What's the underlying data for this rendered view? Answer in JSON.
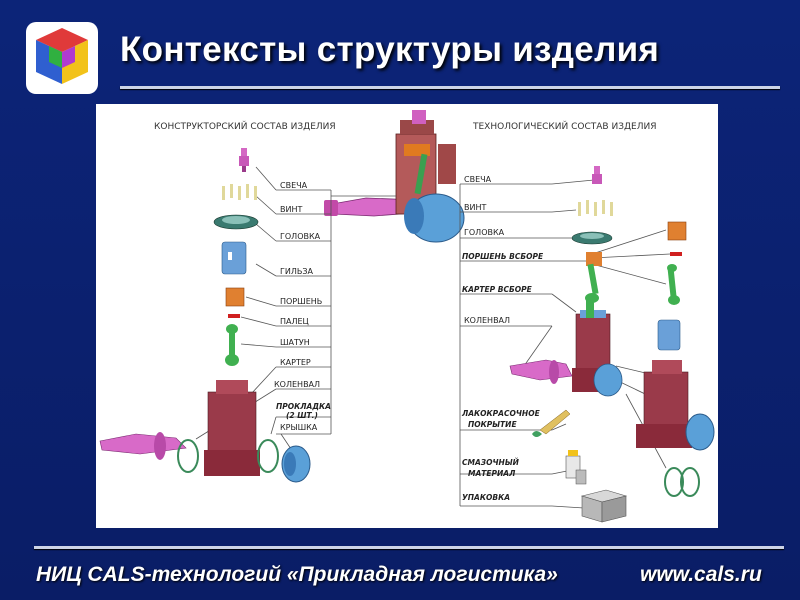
{
  "slide": {
    "title": "Контексты структуры изделия",
    "footer_left": "НИЦ CALS-технологий «Прикладная логистика»",
    "footer_right": "www.cals.ru",
    "accent_colors": {
      "background": "#0a1f6e",
      "rule": "#cdd4e6"
    }
  },
  "diagram": {
    "left_title": "КОНСТРУКТОРСКИЙ СОСТАВ ИЗДЕЛИЯ",
    "right_title": "ТЕХНОЛОГИЧЕСКИЙ СОСТАВ ИЗДЕЛИЯ",
    "left_items": [
      {
        "label": "СВЕЧА",
        "icon": "spark-plug-icon"
      },
      {
        "label": "ВИНТ",
        "icon": "screws-icon"
      },
      {
        "label": "ГОЛОВКА",
        "icon": "cylinder-head-icon"
      },
      {
        "label": "ГИЛЬЗА",
        "icon": "sleeve-icon"
      },
      {
        "label": "ПОРШЕНЬ",
        "icon": "piston-icon"
      },
      {
        "label": "ПАЛЕЦ",
        "icon": "pin-icon"
      },
      {
        "label": "ШАТУН",
        "icon": "connecting-rod-icon"
      },
      {
        "label": "КАРТЕР",
        "icon": "crankcase-icon"
      },
      {
        "label": "КОЛЕНВАЛ",
        "icon": "crankshaft-icon"
      },
      {
        "label": "ПРОКЛАДКА",
        "icon": "gasket-icon"
      },
      {
        "label": "(2 ШТ.)"
      },
      {
        "label": "КРЫШКА",
        "icon": "cover-icon"
      }
    ],
    "right_items": [
      {
        "label": "СВЕЧА",
        "style": "normal"
      },
      {
        "label": "ВИНТ",
        "style": "normal"
      },
      {
        "label": "ГОЛОВКА",
        "style": "normal"
      },
      {
        "label": "ПОРШЕНЬ ВСБОРЕ",
        "style": "italic"
      },
      {
        "label": "КАРТЕР ВСБОРЕ",
        "style": "italic"
      },
      {
        "label": "КОЛЕНВАЛ",
        "style": "normal"
      },
      {
        "label": "ЛАКОКРАСОЧНОЕ",
        "style": "italic"
      },
      {
        "label": "ПОКРЫТИЕ",
        "style": "italic"
      },
      {
        "label": "СМАЗОЧНЫЙ",
        "style": "italic"
      },
      {
        "label": "МАТЕРИАЛ",
        "style": "italic"
      },
      {
        "label": "УПАКОВКА",
        "style": "italic"
      }
    ]
  }
}
